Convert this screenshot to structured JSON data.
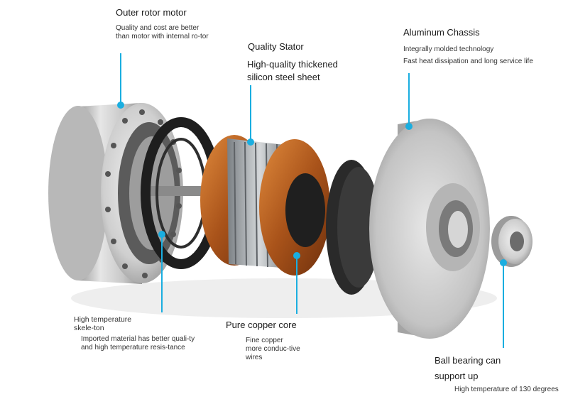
{
  "accent_color": "#1aaee0",
  "callouts": {
    "outer_rotor": {
      "title": "Outer rotor motor",
      "desc": "Quality and cost are better than motor with internal ro-tor"
    },
    "stator": {
      "title": "Quality Stator",
      "line1": "High-quality thickened",
      "line2": "silicon steel sheet"
    },
    "chassis": {
      "title": "Aluminum Chassis",
      "line1": "Integrally molded technology",
      "line2": "Fast heat dissipation and long service life"
    },
    "skeleton": {
      "title": "High temperature skele-ton",
      "desc": "Imported material has better quali-ty and high temperature resis-tance"
    },
    "copper": {
      "title": "Pure copper core",
      "desc": "Fine copper more conduc-tive wires"
    },
    "bearing": {
      "line1": "Ball bearing can",
      "line2": "support up",
      "desc": "High temperature of 130 degrees"
    }
  }
}
